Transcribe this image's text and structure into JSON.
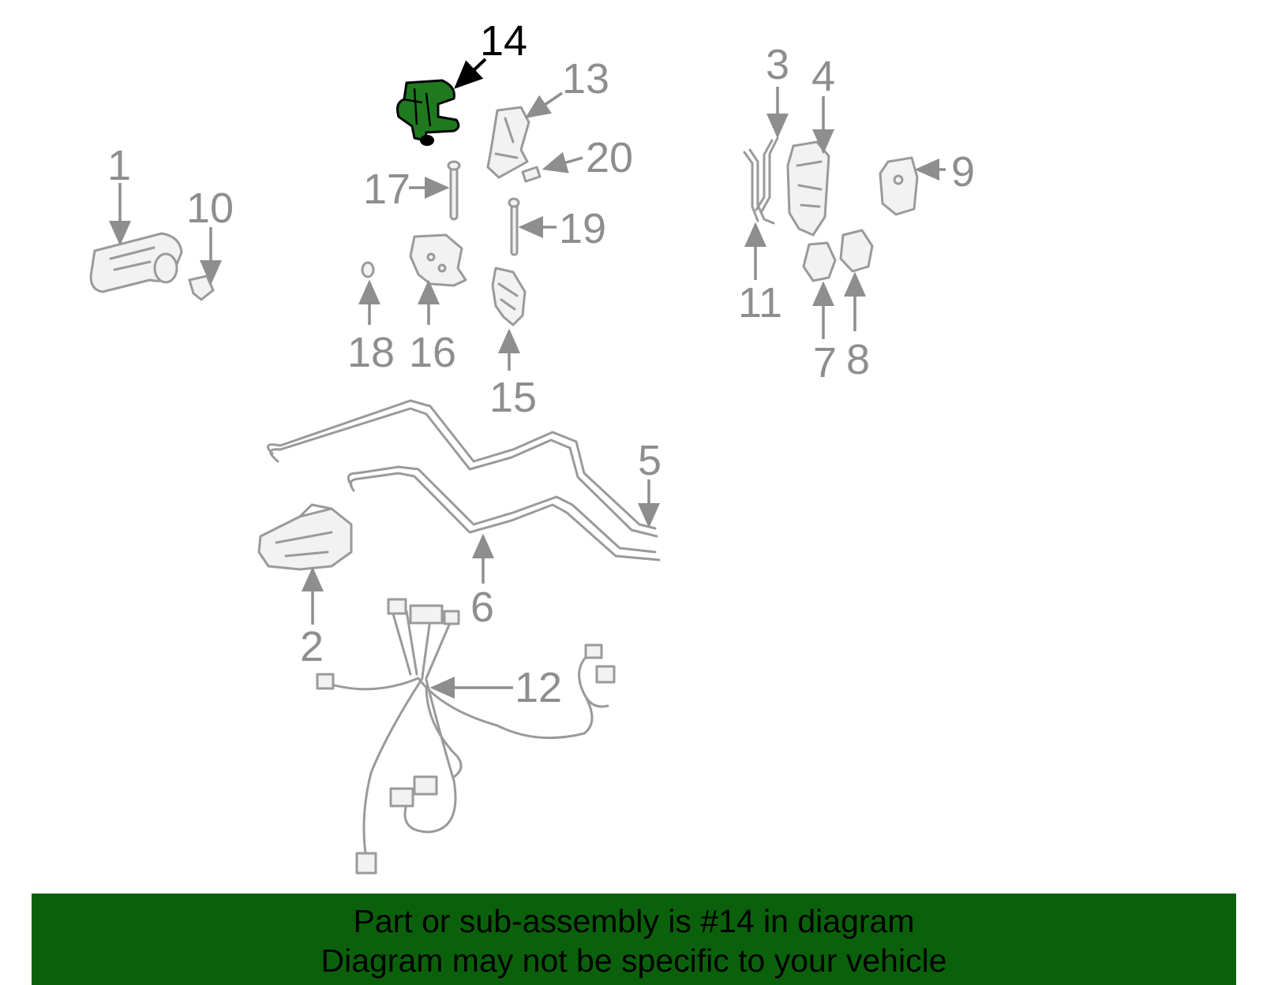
{
  "diagram": {
    "callouts": [
      "1",
      "2",
      "3",
      "4",
      "5",
      "6",
      "7",
      "8",
      "9",
      "10",
      "11",
      "12",
      "13",
      "14",
      "15",
      "16",
      "17",
      "18",
      "19",
      "20"
    ],
    "highlighted_callout": "14",
    "highlight_color": "#1f7a1f",
    "part_outline_color": "#9a9a9a"
  },
  "banner": {
    "line1": "Part or sub-assembly is #14 in diagram",
    "line2": "Diagram may not be specific to your vehicle",
    "background_color": "#0b610b"
  }
}
